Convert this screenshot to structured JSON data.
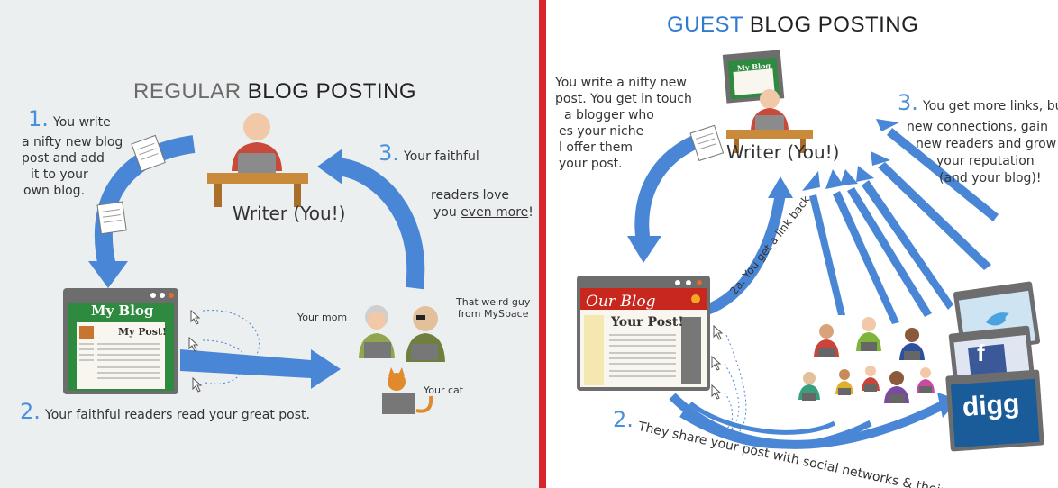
{
  "left": {
    "title_prefix": "REGULAR",
    "title_rest": "BLOG POSTING",
    "writer_label": "Writer (You!)",
    "step1_num": "1.",
    "step1_text": [
      "You write",
      "a nifty new blog",
      "post and add",
      "it to your",
      "own blog."
    ],
    "step2_num": "2.",
    "step2_text": "Your faithful readers read your great post.",
    "step3_num": "3.",
    "step3_text": [
      "Your faithful",
      "readers love"
    ],
    "step3_tail_pre": "you ",
    "step3_tail_u": "even more",
    "step3_tail_post": "!",
    "blog_title": "My Blog",
    "post_title": "My Post!",
    "reader_mom": "Your mom",
    "reader_guy": [
      "That weird guy",
      "from MySpace"
    ],
    "reader_cat": "Your cat"
  },
  "right": {
    "title_prefix": "GUEST",
    "title_rest": "BLOG POSTING",
    "writer_label": "Writer (You!)",
    "monitor_blog": "My Blog",
    "step1_text": [
      "You write a nifty new",
      "post. You get in touch",
      "a blogger who",
      "es your niche",
      "l offer them",
      "your post."
    ],
    "step2a_text": "2a. You get a link back",
    "step2_num": "2.",
    "step2_text": "They share your post with social networks & their readers.",
    "step3_num": "3.",
    "step3_text": [
      "You get more links, build",
      "new connections, gain",
      "new readers and grow",
      "your reputation",
      "(and your blog)!"
    ],
    "blog_title": "Our Blog",
    "post_title": "Your Post!",
    "digg_label": "digg",
    "facebook_label": "f"
  },
  "colors": {
    "accent_blue": "#4a86d6",
    "divider_red": "#d9242b",
    "blog_green": "#2e8a3e",
    "blog_red": "#c8271d"
  }
}
